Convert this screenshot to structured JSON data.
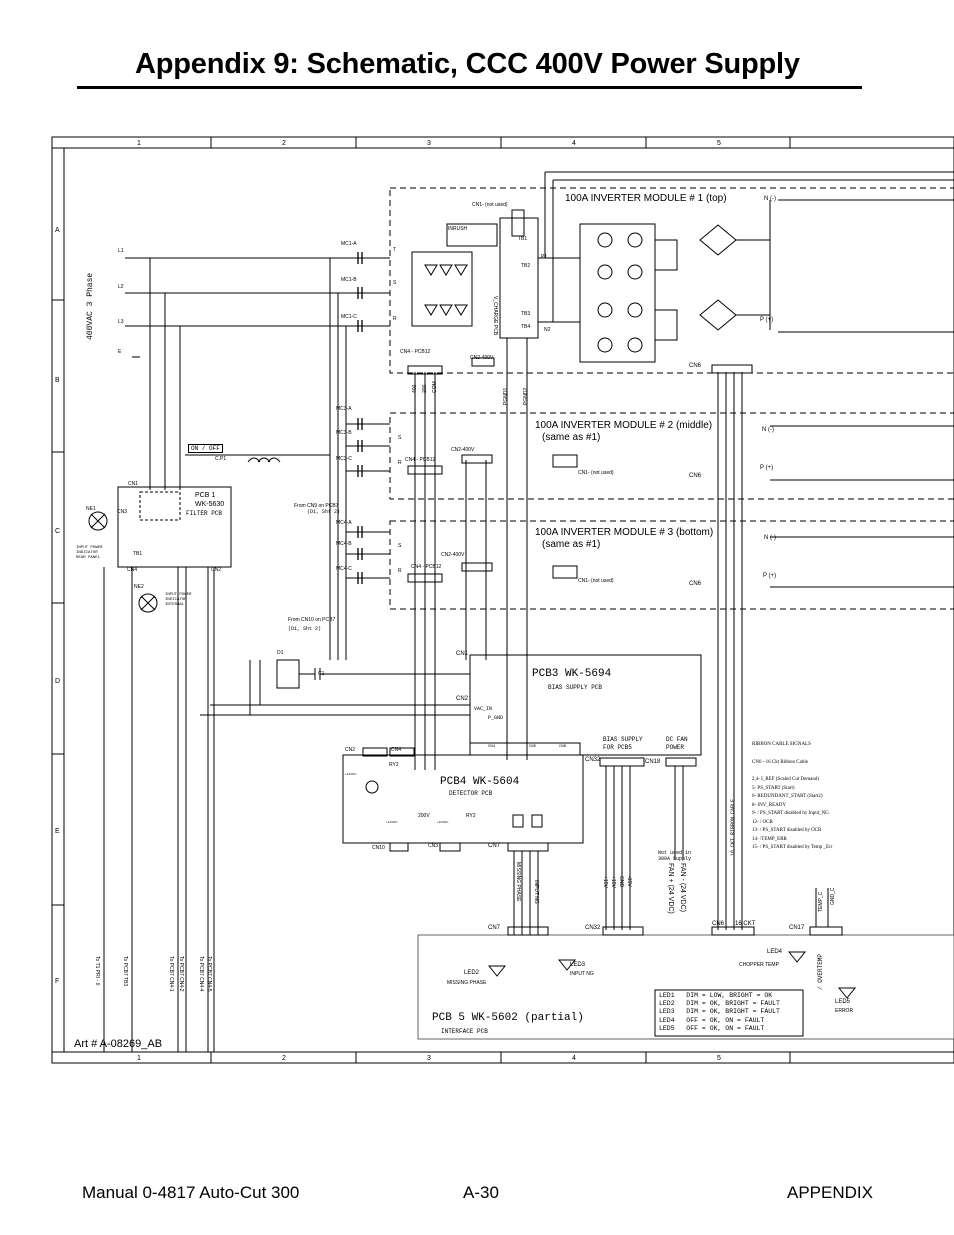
{
  "title": "Appendix 9:  Schematic, CCC 400V Power  Supply",
  "footer": {
    "left": "Manual   0-4817 Auto-Cut 300",
    "center": "A-30",
    "right": "APPENDIX"
  },
  "art_number": "Art # A-08269_AB",
  "grid": {
    "columns": [
      "1",
      "2",
      "3",
      "4",
      "5"
    ],
    "rows": [
      "A",
      "B",
      "C",
      "D",
      "E",
      "F"
    ]
  },
  "input": {
    "phase_label": "400VAC  3 Phase",
    "lines": [
      "L1",
      "L2",
      "L3",
      "E"
    ],
    "contactors": [
      "MC1-A",
      "MC1-B",
      "MC1-C",
      "MC3-A",
      "MC3-B",
      "MC3-C",
      "MC4-A",
      "MC4-B",
      "MC4-C"
    ],
    "phases": [
      "T",
      "S",
      "R"
    ]
  },
  "modules": {
    "m1": {
      "title": "100A INVERTER MODULE  # 1 (top)",
      "cn4": "CN4 - PCB12",
      "cn2": "CN2-400V",
      "cn1": "CN1- (not used)",
      "cn6": "CN6",
      "nminus": "N (-)",
      "pplus": "P (+)",
      "inrush": "INRUSH",
      "vcharge": "V_CHARGE PCB",
      "tb": [
        "TB1",
        "TB2",
        "TB3",
        "TB4"
      ],
      "p1": "P1",
      "n2": "N2",
      "pgnd": [
        "PGND1",
        "PGND2"
      ],
      "pins": [
        "400",
        "200",
        "COM"
      ]
    },
    "m2": {
      "title": "100A INVERTER MODULE  # 2 (middle)",
      "sub": "(same as #1)",
      "cn4": "CN4 - PCB12",
      "cn2": "CN2-400V",
      "cn1": "CN1- (not used)",
      "cn6": "CN6",
      "nminus": "N (-)",
      "pplus": "P (+)",
      "from": "From CN9 on PCB7",
      "from_ref": "(D1, Sht 2)"
    },
    "m3": {
      "title": "100A INVERTER MODULE  # 3 (bottom)",
      "sub": "(same as #1)",
      "cn4": "CN4 - PCB12",
      "cn2": "CN2-400V",
      "cn1": "CN1- (not used)",
      "cn6": "CN6",
      "nminus": "N (-)",
      "pplus": "P (+)",
      "from": "From CN10 on PCB7",
      "from_ref": "(D1, Sht 2)"
    }
  },
  "pcb1": {
    "name": "PCB 1",
    "part": "WK-5630",
    "sub": "FILTER PCB",
    "cn1": "CN1",
    "cn2": "CN2",
    "cn3": "CN3",
    "cn4": "CN4",
    "tb1": "TB1",
    "on_off": "ON / OFF",
    "cp1": "C.P1",
    "ne1": "NE1",
    "ne2": "NE2",
    "ne1_desc": [
      "INPUT POWER",
      "INDICATOR",
      "REAR PANEL"
    ],
    "ne2_desc": [
      "INPUT POWER",
      "INDICATOR",
      "INTERNAL"
    ]
  },
  "pcb3": {
    "name": "PCB3   WK-5694",
    "sub": "BIAS SUPPLY PCB",
    "cn1": "CN1",
    "cn2": "CN2",
    "vac_in": "VAC_IN",
    "p_gnd": "P_GND",
    "bias_supply": [
      "BIAS SUPPLY",
      "FOR PCB5"
    ],
    "dc_fan": [
      "DC FAN",
      "POWER"
    ],
    "cn4": "CN4",
    "cn5": "CN5",
    "cn6": "CN6",
    "cn32": "CN32",
    "cn18": "CN18",
    "d1": "D1",
    "c1": "C1"
  },
  "pcb4": {
    "name": "PCB4   WK-5604",
    "sub": "DETECTOR PCB",
    "cn2": "CN2",
    "cn4": "CN4",
    "ry2a": "RY2",
    "ry2b": "RY2",
    "v200": "200V",
    "cn10": "CN10",
    "cn3": "CN3",
    "cn7": "CN7",
    "v12a": "+12VDC",
    "v12b": "+12VDC",
    "v12c": "+12VDC"
  },
  "fan": {
    "plus": "FAN + (24 VDC)",
    "minus": "FAN - (24 VDC)",
    "not_used": [
      "Not used in",
      "300A  Supply"
    ]
  },
  "ribbon": {
    "vertical": "16 CKT  RIBBON CABLE",
    "title": "RIBBON CABLE SIGNALS",
    "lines": [
      "CN6 - 16 Ckt Ribbon Cable",
      "",
      "2,4- I_REF (Scaled Cut Demand)",
      "5-  PS_START (Start)",
      "6-  REDUNDANT_START (Start2)",
      "8-  INV_READY",
      "9- / PS_START disabled by Input_NG",
      "12- / OCR",
      "13- / PS_START disabled by OCR",
      "14- /TEMP_ERR",
      "15- / PS_START disabled by Temp _Err"
    ]
  },
  "pcb5": {
    "name": "PCB 5 WK-5602 (partial)",
    "sub": "INTERFACE PCB",
    "cn7": "CN7",
    "cn32": "CN32",
    "cn6": "CN6",
    "ckt16": "16 CKT",
    "cn17": "CN17",
    "led2": "LED2",
    "led2_desc": "MISSING PHASE",
    "led3": "LED3",
    "led3_desc": "INPUT NG",
    "led4": "LED4",
    "led4_desc": "CHOPPER TEMP",
    "led5": "LED5",
    "led5_desc": "ERROR",
    "missing_phase_v": "MISSING PHASE",
    "input_ng_v": "INPUT NG",
    "overtemp": "/ OVERTEMP",
    "temp_c": "TEMP_C",
    "gnd_c": "GND_C",
    "led_table": [
      "LED1   DIM = LOW, BRIGHT = OK",
      "LED2   DIM = OK, BRIGHT = FAULT",
      "LED3   DIM = OK, BRIGHT = FAULT",
      "LED4   OFF = OK, ON = FAULT",
      "LED5   OFF = OK, ON = FAULT"
    ],
    "rails": [
      "+15V",
      "+15V",
      "GND",
      "-15V"
    ]
  },
  "bottom_refs": [
    "To T1 PRI - 0",
    "To PCB7 TB3",
    "To PCB7 CN4-1",
    "To PCB7 CN4-2",
    "To PCB7 CN4-4",
    "To PCB7 CN4-5"
  ]
}
